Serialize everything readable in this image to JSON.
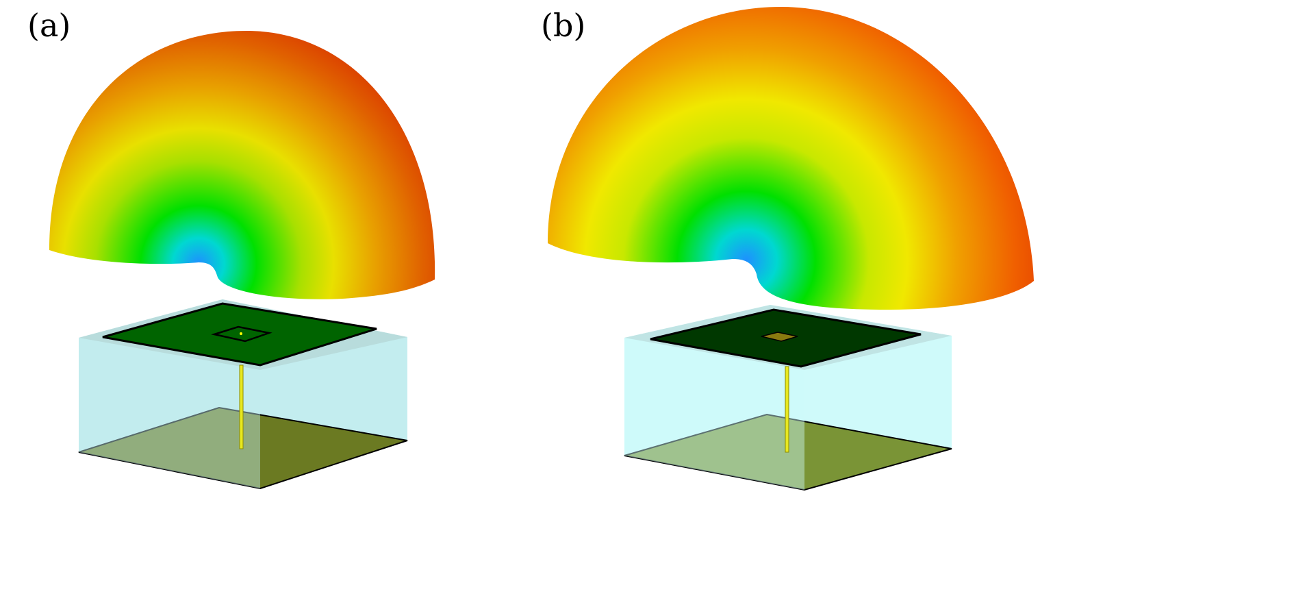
{
  "panels": [
    {
      "label": "(a)",
      "description_id": "panel-a"
    },
    {
      "label": "(b)",
      "description_id": "panel-b"
    }
  ],
  "colors": {
    "pattern_low": "#1e90ff",
    "pattern_mid": "#00e000",
    "pattern_yellow": "#e8e800",
    "pattern_high": "#d00000",
    "substrate": "#c0ecee",
    "patch": "#006400",
    "ground": "#6b7a22",
    "feed": "#e8e820"
  }
}
